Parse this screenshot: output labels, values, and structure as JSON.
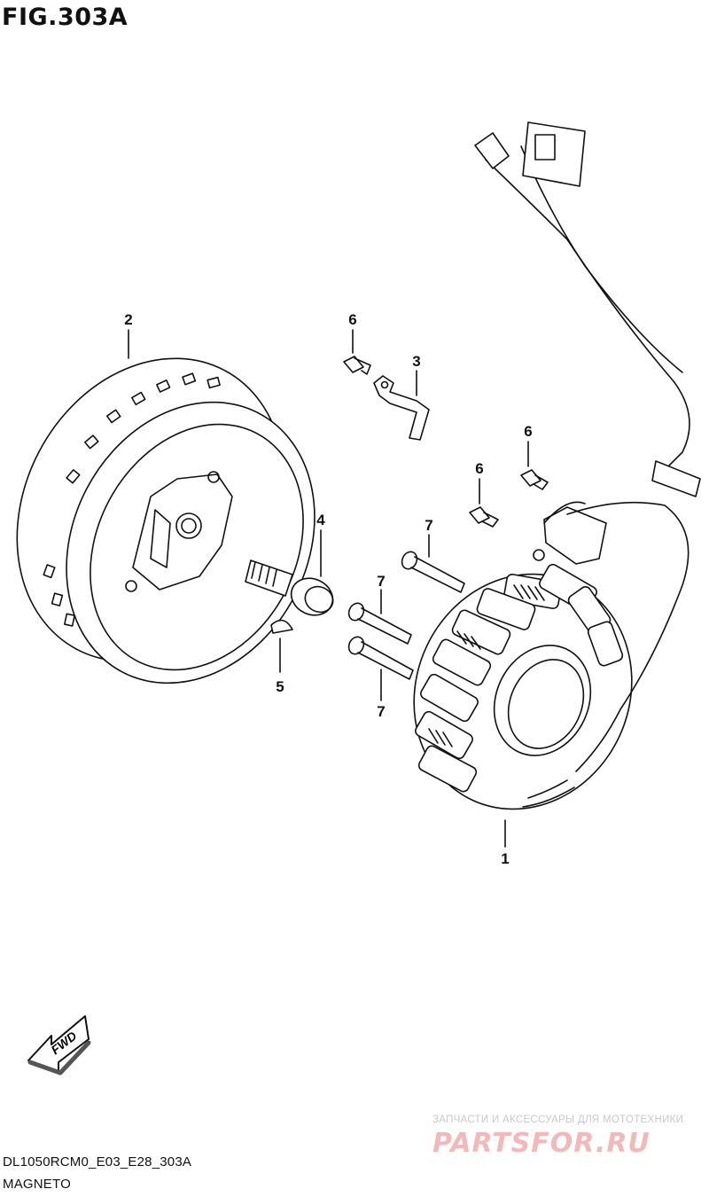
{
  "figure": {
    "title": "FIG.303A",
    "code": "DL1050RCM0_E03_E28_303A",
    "caption": "MAGNETO"
  },
  "parts": [
    {
      "ref": "1",
      "part": "stator"
    },
    {
      "ref": "2",
      "part": "rotor"
    },
    {
      "ref": "3",
      "part": "bracket"
    },
    {
      "ref": "4",
      "part": "rotor-bolt"
    },
    {
      "ref": "5",
      "part": "key"
    },
    {
      "ref": "6",
      "part": "screw-bracket"
    },
    {
      "ref": "6",
      "part": "screw-pickup-upper"
    },
    {
      "ref": "6",
      "part": "screw-pickup-lower"
    },
    {
      "ref": "7",
      "part": "stator-bolt-upper"
    },
    {
      "ref": "7",
      "part": "stator-bolt-middle"
    },
    {
      "ref": "7",
      "part": "stator-bolt-lower"
    }
  ],
  "direction_badge": "FWD",
  "watermark": {
    "tagline": "ЗАПЧАСТИ И АКСЕССУАРЫ ДЛЯ МОТОТЕХНИКИ",
    "logo": "PARTSFOR.RU"
  },
  "colors": {
    "line": "#111111",
    "watermark_logo": "#f3b8b8",
    "watermark_text": "#c9c9c9"
  }
}
